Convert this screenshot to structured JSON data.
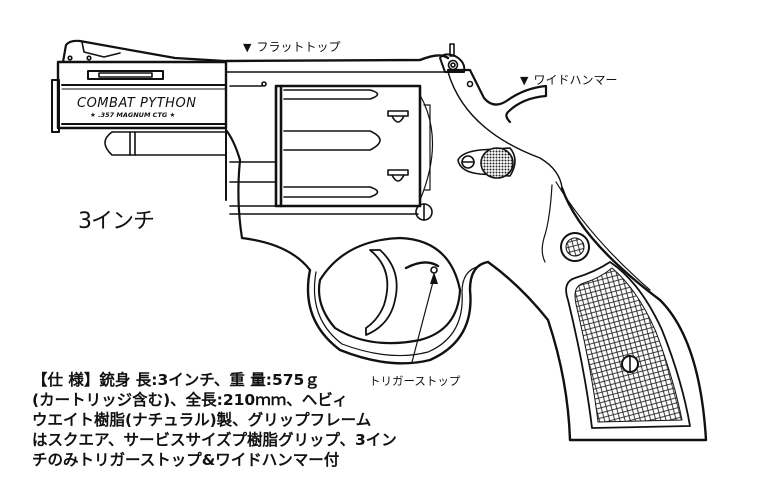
{
  "figure": {
    "subject": "revolver-line-drawing",
    "barrel_engraving": {
      "model": "COMBAT PYTHON",
      "caliber": "★ .357 MAGNUM CTG ★"
    },
    "barrel_length_label": "3インチ"
  },
  "callouts": {
    "flat_top": {
      "marker": "▼",
      "label": "フラットトップ"
    },
    "wide_hammer": {
      "marker": "▼",
      "label": "ワイドハンマー"
    },
    "trigger_stop": {
      "label": "トリガーストップ"
    }
  },
  "spec": {
    "lines": [
      "【仕 様】銃身 長:3インチ、重 量:575ｇ",
      "(カートリッジ含む)、全長:210ｍｍ、ヘビィ",
      "ウエイト樹脂(ナチュラル)製、グリップフレーム",
      "はスクエア、サービスサイズプ樹脂グリップ、3イン",
      "チのみトリガーストップ&ワイドハンマー付"
    ]
  },
  "colors": {
    "line": "#111111",
    "background": "#ffffff"
  }
}
